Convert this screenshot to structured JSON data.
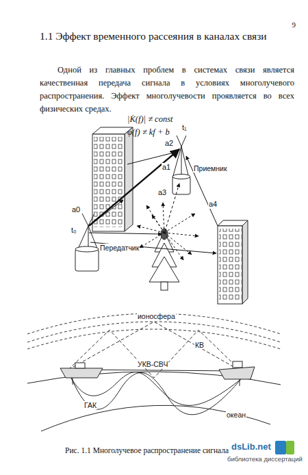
{
  "diagram": {
    "title": "1.1 Эффект временного рассеяния в каналах связи",
    "caption": "Рис. 1.1 Многолучевое распространение сигнала",
    "labels": [
      "9",
      "Одной из главных проблем в системах связи является качественная передача сигнала в условиях многолучевого распространения. Эффект многолучевости проявляется во всех физических средах.",
      "|K̇(f)| ≠ const",
      "φ(f) ≠ kf + b",
      "a2",
      "t₁",
      "a1",
      "Приемник",
      "a3",
      "a0",
      "t₀",
      "a4",
      "Передатчик",
      "ионосфера",
      "КВ",
      "УКВ-СВЧ",
      "ГАК",
      "океан",
      "dsLib.net",
      "библиотека диссертаций"
    ]
  }
}
